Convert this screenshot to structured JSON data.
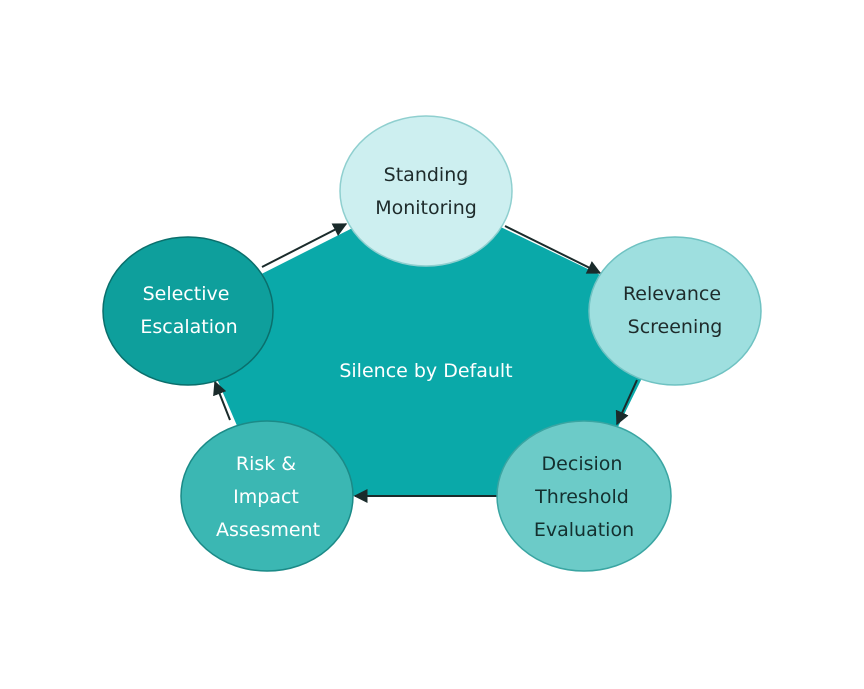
{
  "center_label": "Silence by Default",
  "colors": {
    "pentagon": "#0aa9a9",
    "arrow": "#1a2b2b"
  },
  "nodes": [
    {
      "id": "standing-monitoring",
      "lines": [
        "Standing",
        "Monitoring"
      ],
      "fill": "#cdeff0",
      "stroke": "#8fcfcf",
      "text_color": "#1e2b2b"
    },
    {
      "id": "relevance-screening",
      "lines": [
        "Relevance",
        "Screening"
      ],
      "fill": "#9edfdf",
      "stroke": "#6fc2c2",
      "text_color": "#1e2b2b"
    },
    {
      "id": "decision-threshold-evaluation",
      "lines": [
        "Decision",
        "Threshold",
        "Evaluation"
      ],
      "fill": "#6ccbc8",
      "stroke": "#3aa5a2",
      "text_color": "#14302f"
    },
    {
      "id": "risk-impact-assesment",
      "lines": [
        "Risk &",
        "Impact",
        "Assesment"
      ],
      "fill": "#3bb7b3",
      "stroke": "#1b8a87",
      "text_color": "#ffffff"
    },
    {
      "id": "selective-escalation",
      "lines": [
        "Selective",
        "Escalation"
      ],
      "fill": "#0e9f9c",
      "stroke": "#0a6f6c",
      "text_color": "#ffffff"
    }
  ]
}
